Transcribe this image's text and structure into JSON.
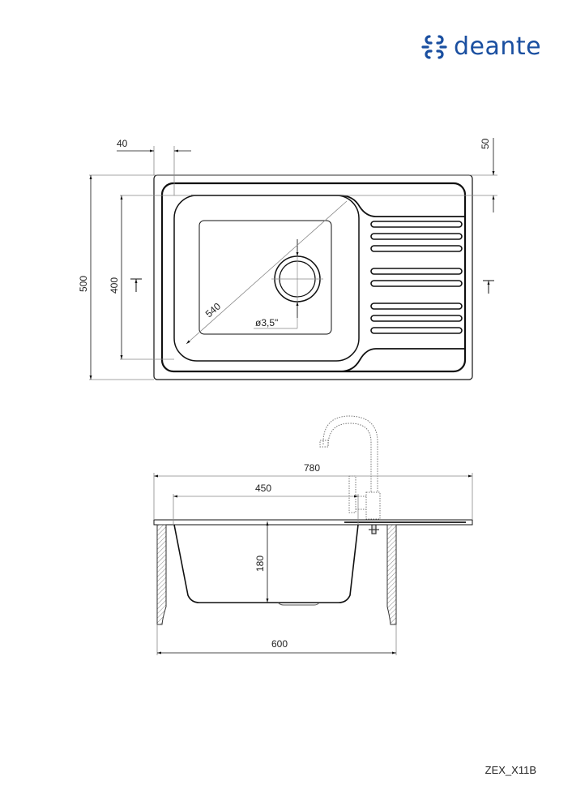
{
  "brand": {
    "name": "deante",
    "color": "#1a4fa0"
  },
  "product_code": "ZEX_X11B",
  "top_view": {
    "dimensions": {
      "rim_offset_left": "40",
      "rim_offset_top": "50",
      "total_depth": "500",
      "bowl_depth": "400",
      "bowl_diagonal": "540",
      "drain_diameter": "ø3,5\""
    },
    "drainboard_grooves": 8
  },
  "side_view": {
    "dimensions": {
      "total_width": "780",
      "bowl_width": "450",
      "bowl_height": "180",
      "cabinet_width": "600"
    }
  }
}
